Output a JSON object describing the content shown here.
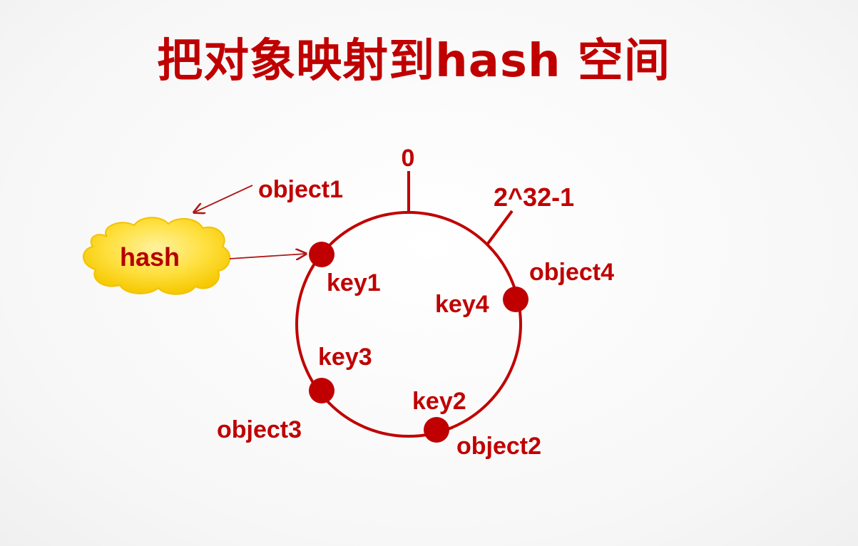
{
  "title": "把对象映射到hash 空间",
  "colors": {
    "ring": "#c00000",
    "text": "#c00000",
    "cloud_fill": "#ffdd33",
    "cloud_stroke": "#f2c200"
  },
  "hash_function": {
    "label": "hash",
    "icon": "cloud-shape"
  },
  "ring": {
    "start_label": "0",
    "end_label": "2^32-1"
  },
  "objects": [
    {
      "name": "object1",
      "key": "key1"
    },
    {
      "name": "object2",
      "key": "key2"
    },
    {
      "name": "object3",
      "key": "key3"
    },
    {
      "name": "object4",
      "key": "key4"
    }
  ]
}
